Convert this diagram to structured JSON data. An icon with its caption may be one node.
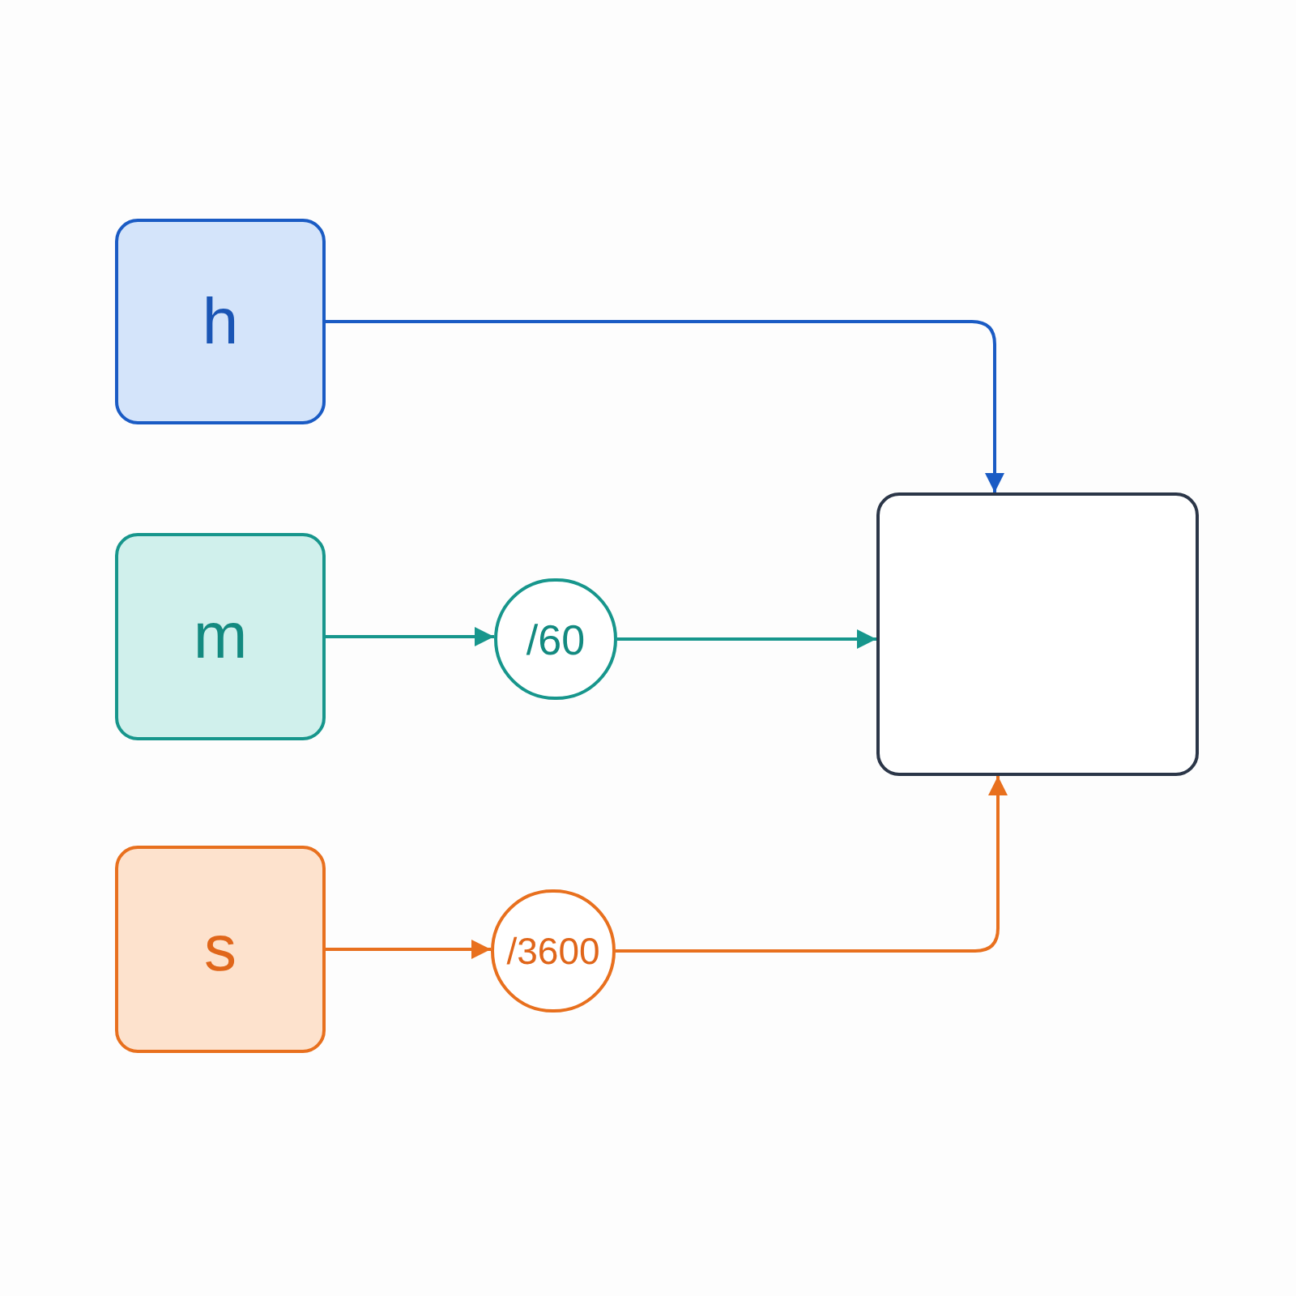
{
  "diagram": {
    "nodes": [
      {
        "text": [
          "h"
        ]
      },
      {
        "text": [
          "m"
        ]
      },
      {
        "text": [
          "/60"
        ]
      },
      {
        "text": [],
        "shape": "box"
      },
      {
        "text": [
          "s"
        ]
      },
      {
        "text": [
          "/3600"
        ]
      }
    ],
    "edges": [
      {
        "from": 0,
        "to": 3,
        "arrow": "to",
        "color": "#1a5bc4"
      },
      {
        "from": 1,
        "to": 2,
        "arrow": "to",
        "color": "#17968c"
      },
      {
        "from": 2,
        "to": 3,
        "arrow": "to",
        "color": "#17968c"
      },
      {
        "from": 4,
        "to": 5,
        "arrow": "to",
        "color": "#e8701e"
      },
      {
        "from": 5,
        "to": 3,
        "arrow": "to",
        "color": "#e8701e"
      }
    ]
  }
}
